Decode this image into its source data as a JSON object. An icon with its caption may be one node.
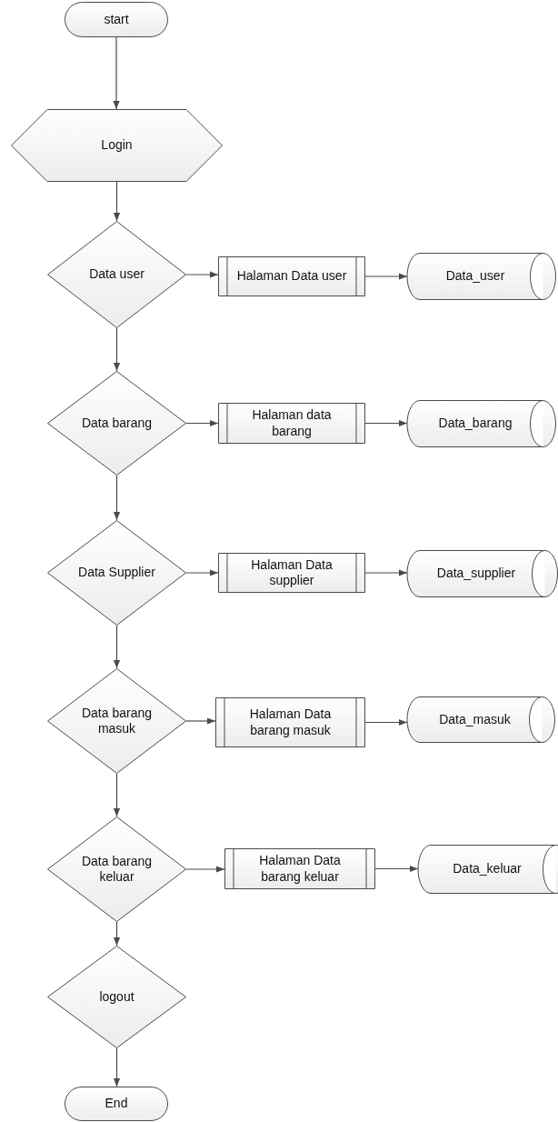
{
  "diagram": {
    "nodes": [
      {
        "text": [
          "start"
        ]
      },
      {
        "text": [
          "Login"
        ]
      },
      {
        "text": [
          "Data user"
        ]
      },
      {
        "text": [
          "Halaman Data user"
        ]
      },
      {
        "text": [
          "Data_user"
        ]
      },
      {
        "text": [
          "Data barang"
        ]
      },
      {
        "text": [
          "Halaman data barang"
        ]
      },
      {
        "text": [
          "Data_barang"
        ]
      },
      {
        "text": [
          "Data Supplier"
        ]
      },
      {
        "text": [
          "Halaman Data supplier"
        ]
      },
      {
        "text": [
          "Data_supplier"
        ]
      },
      {
        "text": [
          "Data barang masuk"
        ]
      },
      {
        "text": [
          "Halaman Data barang masuk"
        ]
      },
      {
        "text": [
          "Data_masuk"
        ]
      },
      {
        "text": [
          "Data barang keluar"
        ]
      },
      {
        "text": [
          "Halaman Data barang keluar"
        ]
      },
      {
        "text": [
          "Data_keluar"
        ]
      },
      {
        "text": [
          "logout"
        ]
      },
      {
        "text": [
          "End"
        ]
      }
    ],
    "edges": [
      {
        "from": 0,
        "to": 1,
        "arrow": "to"
      },
      {
        "from": 1,
        "to": 2,
        "arrow": "to"
      },
      {
        "from": 2,
        "to": 3,
        "arrow": "to"
      },
      {
        "from": 3,
        "to": 4,
        "arrow": "to"
      },
      {
        "from": 2,
        "to": 5,
        "arrow": "to"
      },
      {
        "from": 5,
        "to": 6,
        "arrow": "to"
      },
      {
        "from": 6,
        "to": 7,
        "arrow": "to"
      },
      {
        "from": 5,
        "to": 8,
        "arrow": "to"
      },
      {
        "from": 8,
        "to": 9,
        "arrow": "to"
      },
      {
        "from": 9,
        "to": 10,
        "arrow": "to"
      },
      {
        "from": 8,
        "to": 11,
        "arrow": "to"
      },
      {
        "from": 11,
        "to": 12,
        "arrow": "to"
      },
      {
        "from": 12,
        "to": 13,
        "arrow": "to"
      },
      {
        "from": 11,
        "to": 14,
        "arrow": "to"
      },
      {
        "from": 14,
        "to": 15,
        "arrow": "to"
      },
      {
        "from": 15,
        "to": 16,
        "arrow": "to"
      },
      {
        "from": 14,
        "to": 17,
        "arrow": "to"
      },
      {
        "from": 17,
        "to": 18,
        "arrow": "to"
      }
    ]
  }
}
